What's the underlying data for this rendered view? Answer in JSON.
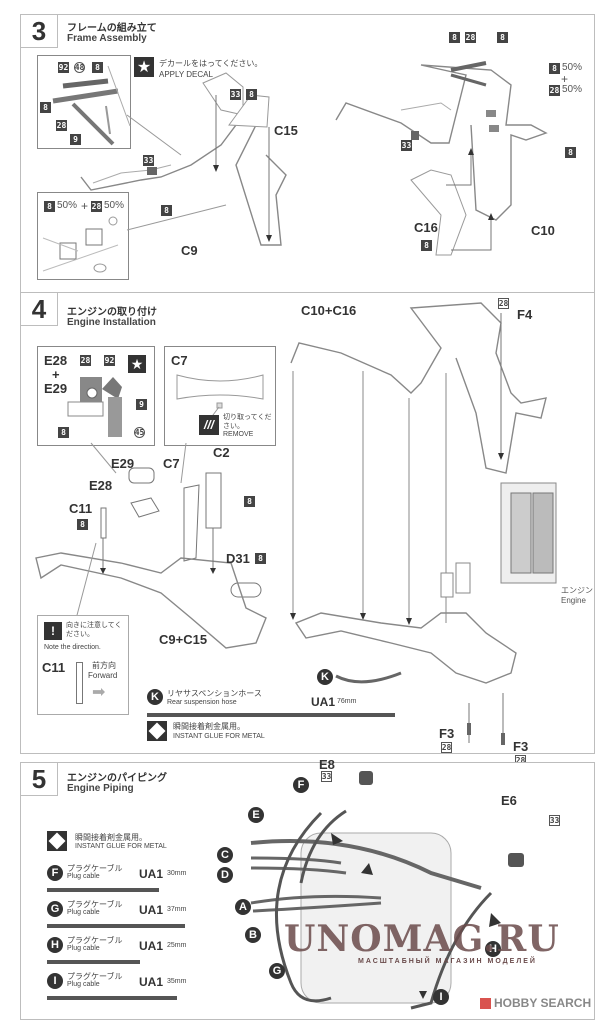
{
  "watermark": {
    "main": "UNOMAG.RU",
    "sub": "МАСШТАБНЫЙ МАГАЗИН МОДЕЛЕЙ",
    "brand": "HOBBY SEARCH"
  },
  "colors": {
    "ink": "#333333",
    "tag_bg": "#444444",
    "border": "#bdbdbd",
    "watermark": "#6a4b4b",
    "brand_red": "#d9534f"
  },
  "steps": [
    {
      "number": "3",
      "title_jp": "フレームの組み立て",
      "title_en": "Frame Assembly",
      "decal_note_jp": "デカールをはってください。",
      "decal_note_en": "APPLY DECAL",
      "detail_tags": [
        "92",
        "48",
        "8",
        "8",
        "28",
        "9"
      ],
      "mix_label": {
        "a": "8",
        "a_pct": "50%",
        "plus": "+",
        "b": "28",
        "b_pct": "50%"
      },
      "part_labels": [
        "C15",
        "C9",
        "C16",
        "C10"
      ],
      "tags": [
        "33",
        "8",
        "33",
        "8",
        "8",
        "28",
        "8",
        "33",
        "8",
        "8"
      ]
    },
    {
      "number": "4",
      "title_jp": "エンジンの取り付け",
      "title_en": "Engine Installation",
      "box1": {
        "label_a": "E28",
        "plus": "+",
        "label_b": "E29",
        "tags": [
          "28",
          "92",
          "9",
          "8",
          "45"
        ]
      },
      "box2": {
        "label": "C7",
        "remove_jp": "切り取ってください。",
        "remove_en": "REMOVE"
      },
      "part_labels": [
        "E29",
        "E28",
        "C11",
        "C7",
        "C2",
        "D31",
        "C9+C15",
        "C10+C16",
        "F4",
        "F3",
        "F3"
      ],
      "engine_jp": "エンジン",
      "engine_en": "Engine",
      "direction_note": {
        "jp": "向きに注意してください。",
        "en": "Note the direction.",
        "part": "C11",
        "fwd_jp": "前方向",
        "fwd_en": "Forward"
      },
      "hose": {
        "letter": "K",
        "jp": "リヤサスペンションホース",
        "en": "Rear suspension hose",
        "part": "UA1",
        "length": "76mm"
      },
      "glue": {
        "jp": "瞬間接着剤金属用。",
        "en": "INSTANT GLUE FOR METAL"
      },
      "tags": [
        "8",
        "8",
        "8",
        "28",
        "28",
        "28"
      ]
    },
    {
      "number": "5",
      "title_jp": "エンジンのパイピング",
      "title_en": "Engine Piping",
      "glue": {
        "jp": "瞬間接着剤金属用。",
        "en": "INSTANT GLUE FOR METAL"
      },
      "cables": [
        {
          "letter": "F",
          "jp": "プラグケーブル",
          "en": "Plug cable",
          "part": "UA1",
          "length": "30mm"
        },
        {
          "letter": "G",
          "jp": "プラグケーブル",
          "en": "Plug cable",
          "part": "UA1",
          "length": "37mm"
        },
        {
          "letter": "H",
          "jp": "プラグケーブル",
          "en": "Plug cable",
          "part": "UA1",
          "length": "25mm"
        },
        {
          "letter": "I",
          "jp": "プラグケーブル",
          "en": "Plug cable",
          "part": "UA1",
          "length": "35mm"
        }
      ],
      "part_labels": [
        "E8",
        "E6"
      ],
      "diagram_letters": [
        "F",
        "E",
        "C",
        "D",
        "A",
        "B",
        "G",
        "H",
        "I"
      ],
      "tags": [
        "33",
        "33"
      ]
    }
  ]
}
